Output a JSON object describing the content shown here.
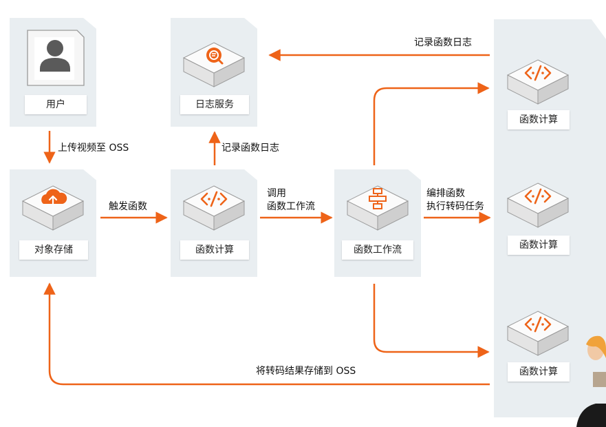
{
  "colors": {
    "accent": "#ee6318",
    "tile": "#e9eef1",
    "cube_top": "#fbfbfb",
    "cube_left": "#e4e4e4",
    "cube_right": "#cfcfcf"
  },
  "nodes": {
    "user": {
      "label": "用户",
      "icon": "user-icon"
    },
    "log_service": {
      "label": "日志服务",
      "icon": "log-search-icon"
    },
    "oss": {
      "label": "对象存储",
      "icon": "oss-upload-icon"
    },
    "fc_main": {
      "label": "函数计算",
      "icon": "function-compute-icon"
    },
    "workflow": {
      "label": "函数工作流",
      "icon": "workflow-icon"
    },
    "fc_worker_1": {
      "label": "函数计算",
      "icon": "function-compute-icon"
    },
    "fc_worker_2": {
      "label": "函数计算",
      "icon": "function-compute-icon"
    },
    "fc_worker_3": {
      "label": "函数计算",
      "icon": "function-compute-icon"
    }
  },
  "edges": {
    "upload": "上传视频至 OSS",
    "trigger": "触发函数",
    "log_fc": "记录函数日志",
    "call_line1": "调用",
    "call_line2": "函数工作流",
    "orchestrate_line1": "编排函数",
    "orchestrate_line2": "执行转码任务",
    "log_top": "记录函数日志",
    "store_back": "将转码结果存储到 OSS"
  }
}
